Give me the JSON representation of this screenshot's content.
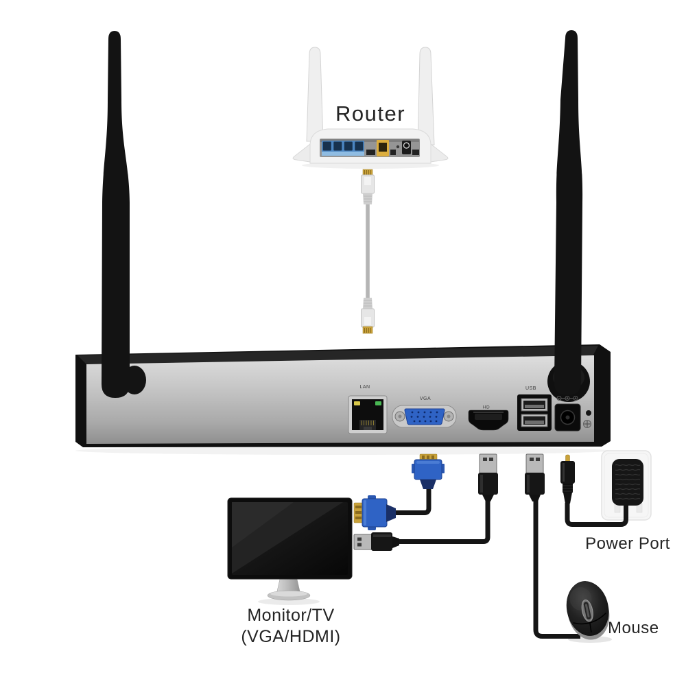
{
  "diagram": {
    "labels": {
      "router": "Router",
      "monitor_line1": "Monitor/TV",
      "monitor_line2": "(VGA/HDMI)",
      "power_port": "Power Port",
      "mouse": "Mouse"
    },
    "nvr": {
      "port_lan": "LAN",
      "port_vga": "VGA",
      "port_hd": "HD",
      "port_usb": "USB"
    },
    "colors": {
      "vga_blue": "#2f63c5",
      "lan_blue": "#4c86c2",
      "wan_yellow": "#dcae3e",
      "gold": "#c9a23a",
      "ethernet_gray": "#b5b5b5",
      "cable_black": "#151515"
    }
  }
}
